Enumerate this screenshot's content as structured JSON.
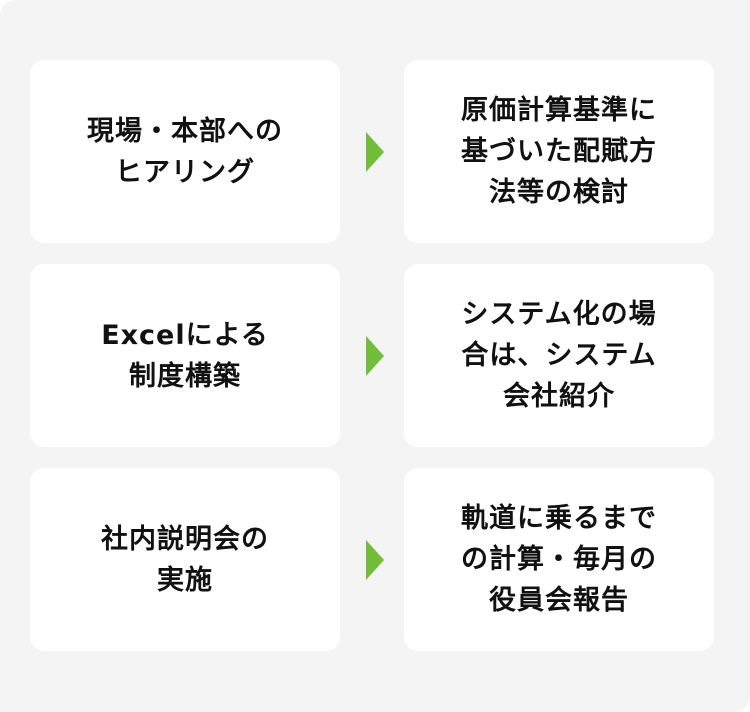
{
  "colors": {
    "background": "#f4f4f4",
    "card": "#ffffff",
    "text": "#111111",
    "arrow": "#72bd3a"
  },
  "steps": [
    {
      "from": "現場・本部への\nヒアリング",
      "to": "原価計算基準に\n基づいた配賦方\n法等の検討",
      "arrow_icon": "triangle-right"
    },
    {
      "from": "Excelによる\n制度構築",
      "to": "システム化の場\n合は、システム\n会社紹介",
      "arrow_icon": "triangle-right"
    },
    {
      "from": "社内説明会の\n実施",
      "to": "軌道に乗るまで\nの計算・毎月の\n役員会報告",
      "arrow_icon": "triangle-right"
    }
  ]
}
